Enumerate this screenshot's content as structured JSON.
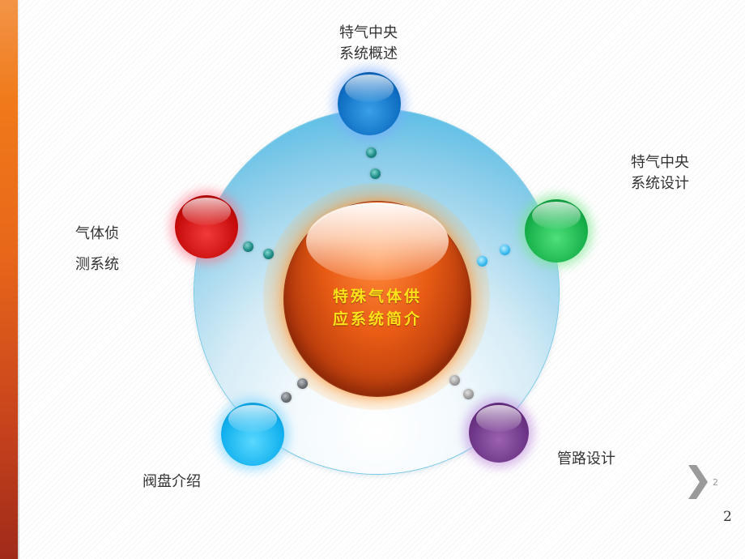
{
  "slide": {
    "center_title_line1": "特殊气体供",
    "center_title_line2": "应系统简介",
    "page_indicator": "2",
    "page_number": "2"
  },
  "nodes": {
    "top": {
      "line1": "特气中央",
      "line2": "系统概述",
      "color": "#0f6fc4"
    },
    "right": {
      "line1": "特气中央",
      "line2": "系统设计",
      "color": "#16b04a"
    },
    "left": {
      "line1": "气体侦",
      "line2": "测系统",
      "color": "#c80c0c"
    },
    "bottom_left": {
      "line1": "阀盘介绍",
      "color": "#12b1ee"
    },
    "bottom_right": {
      "line1": "管路设计",
      "color": "#6d3486"
    }
  },
  "colors": {
    "center": "#e85b14",
    "center_text": "#ffe21a",
    "disc": "#34b2e3",
    "side_bar": "#f07a1a"
  }
}
